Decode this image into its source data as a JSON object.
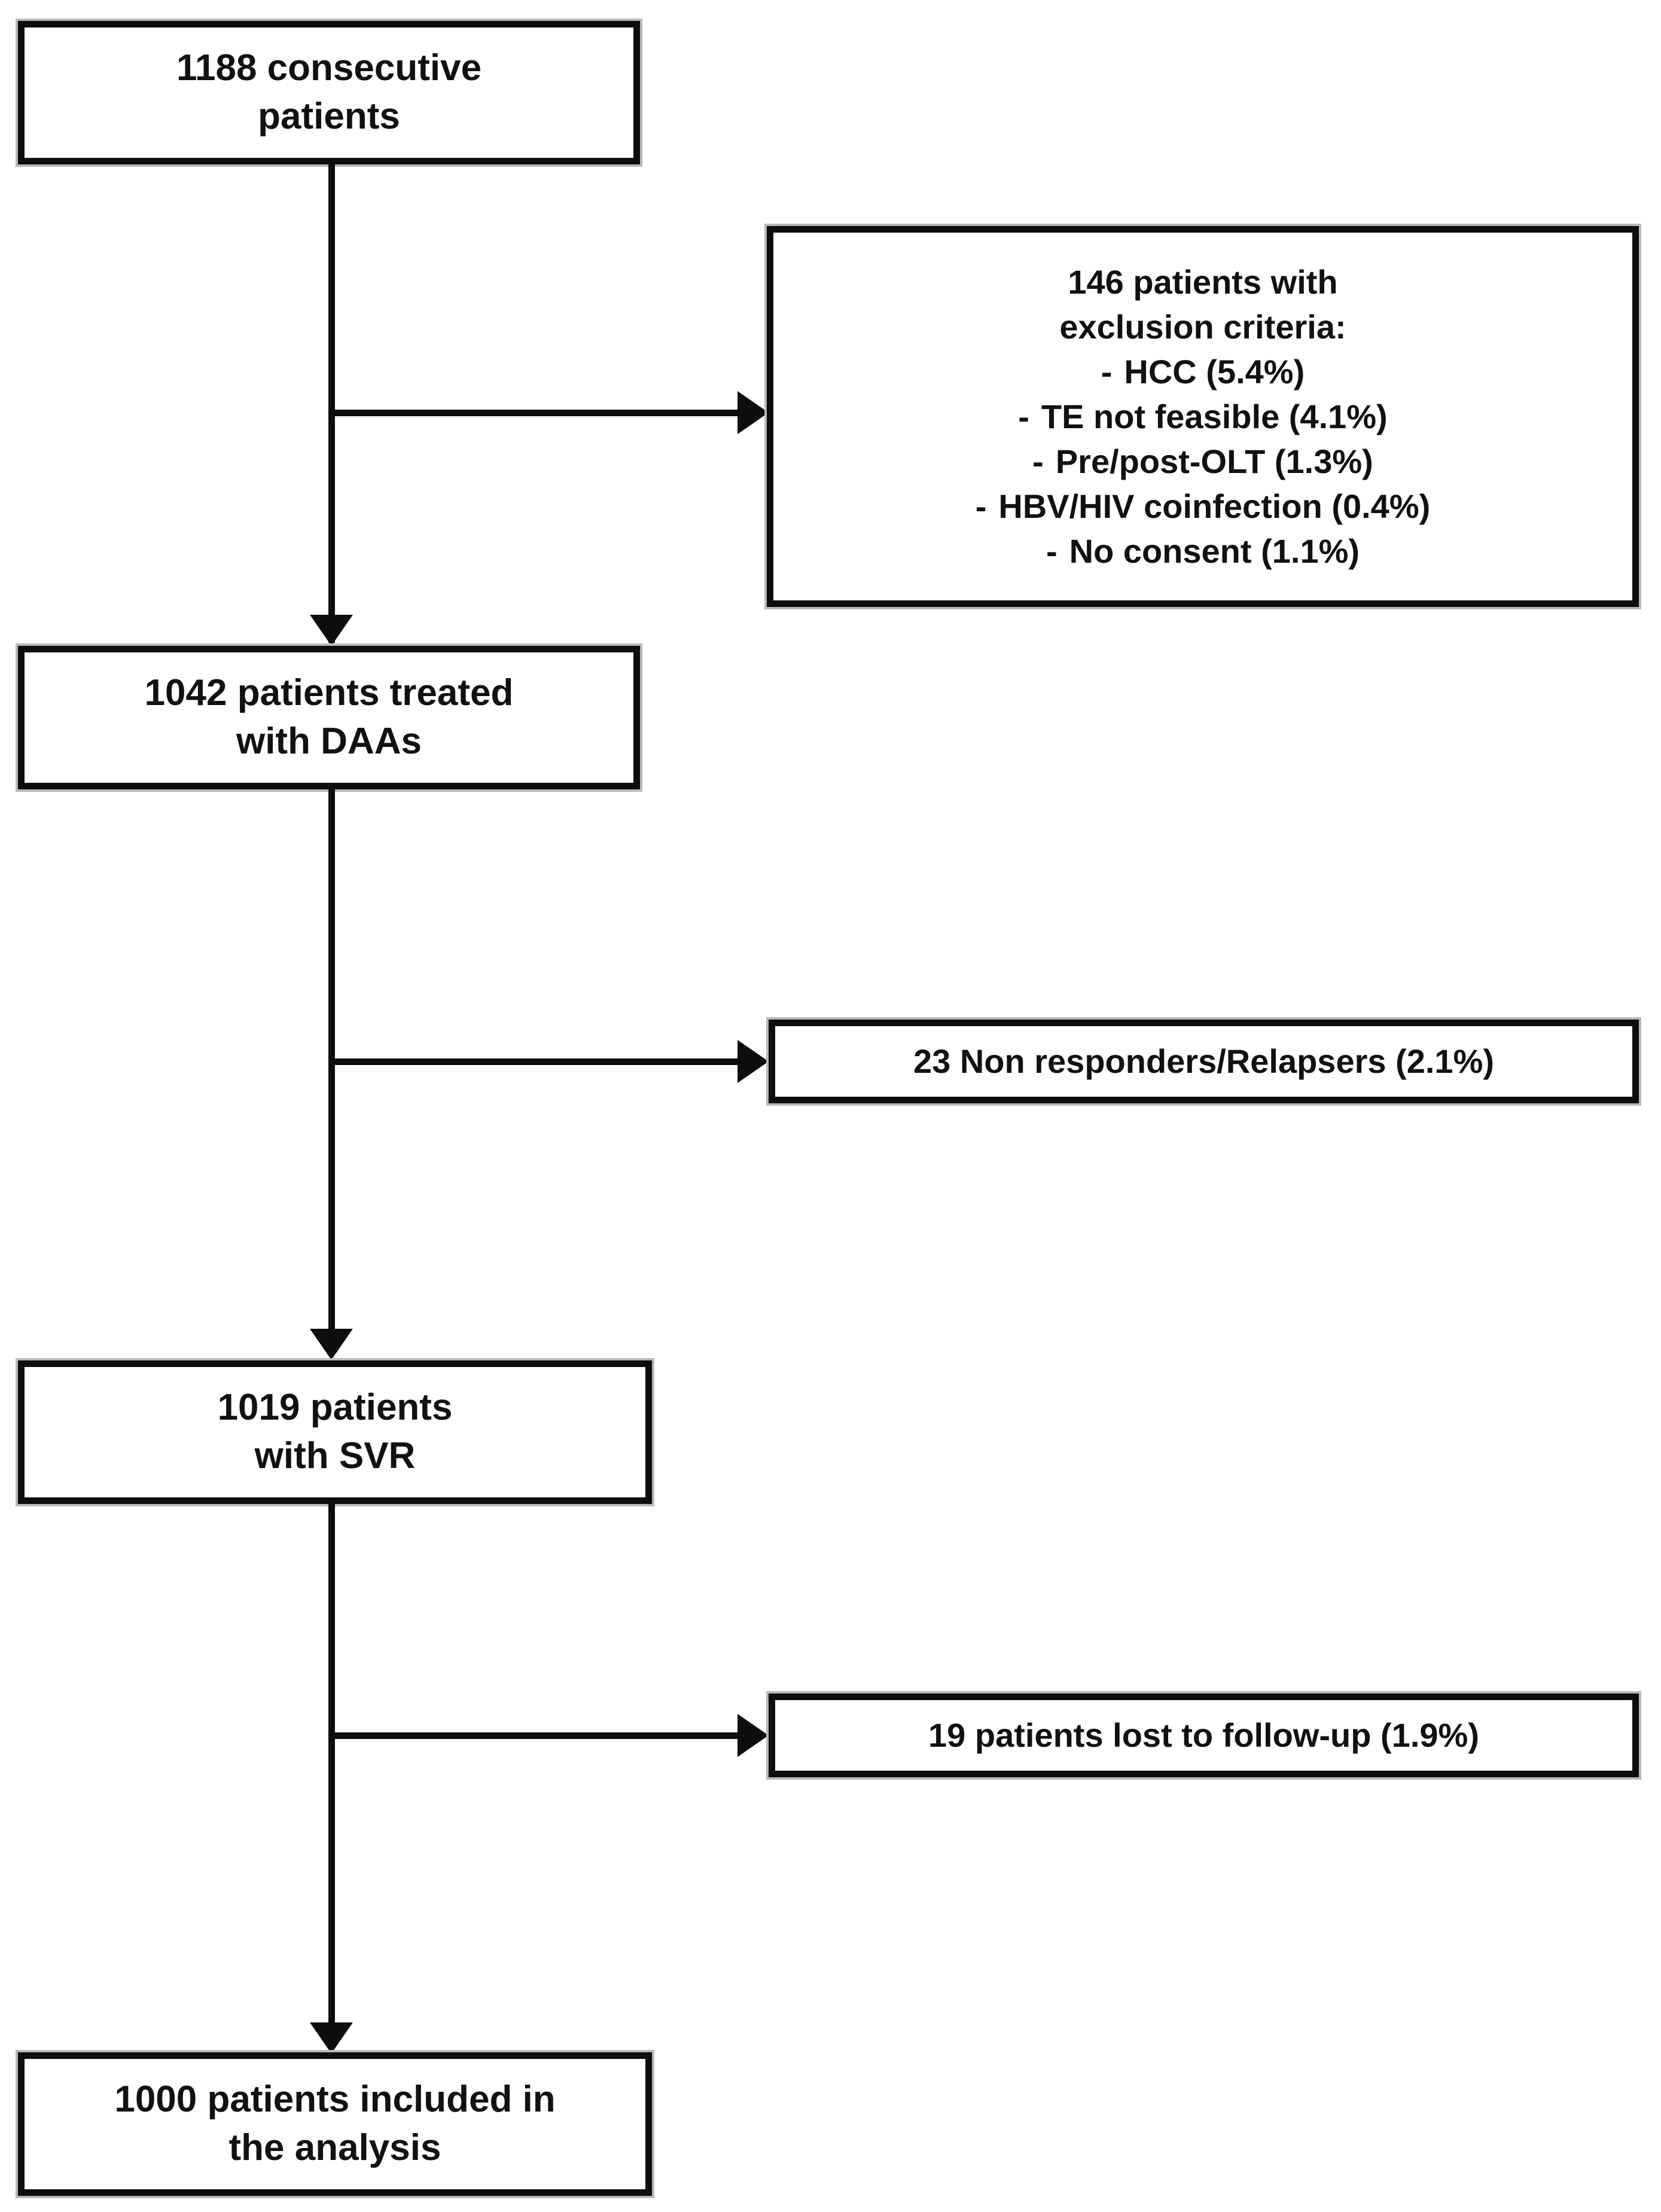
{
  "diagram": {
    "type": "patient-flow-chart",
    "nodes": [
      {
        "id": "enrolled",
        "text": "1188 consecutive\npatients"
      },
      {
        "id": "excluded",
        "title": "146 patients with\nexclusion criteria:",
        "bullet": "-",
        "items": [
          "HCC (5.4%)",
          "TE not feasible (4.1%)",
          "Pre/post-OLT (1.3%)",
          "HBV/HIV coinfection (0.4%)",
          "No consent (1.1%)"
        ]
      },
      {
        "id": "treated",
        "text": "1042 patients treated\nwith DAAs"
      },
      {
        "id": "nonresponders",
        "text": "23 Non responders/Relapsers (2.1%)"
      },
      {
        "id": "svr",
        "text": "1019 patients\nwith SVR"
      },
      {
        "id": "lost",
        "text": "19 patients lost to follow-up (1.9%)"
      },
      {
        "id": "included",
        "text": "1000 patients included in\nthe analysis"
      }
    ],
    "colors": {
      "border": "#0d0d0d",
      "shadow": "#b9b9b9",
      "background": "#ffffff",
      "text": "#111111"
    }
  }
}
